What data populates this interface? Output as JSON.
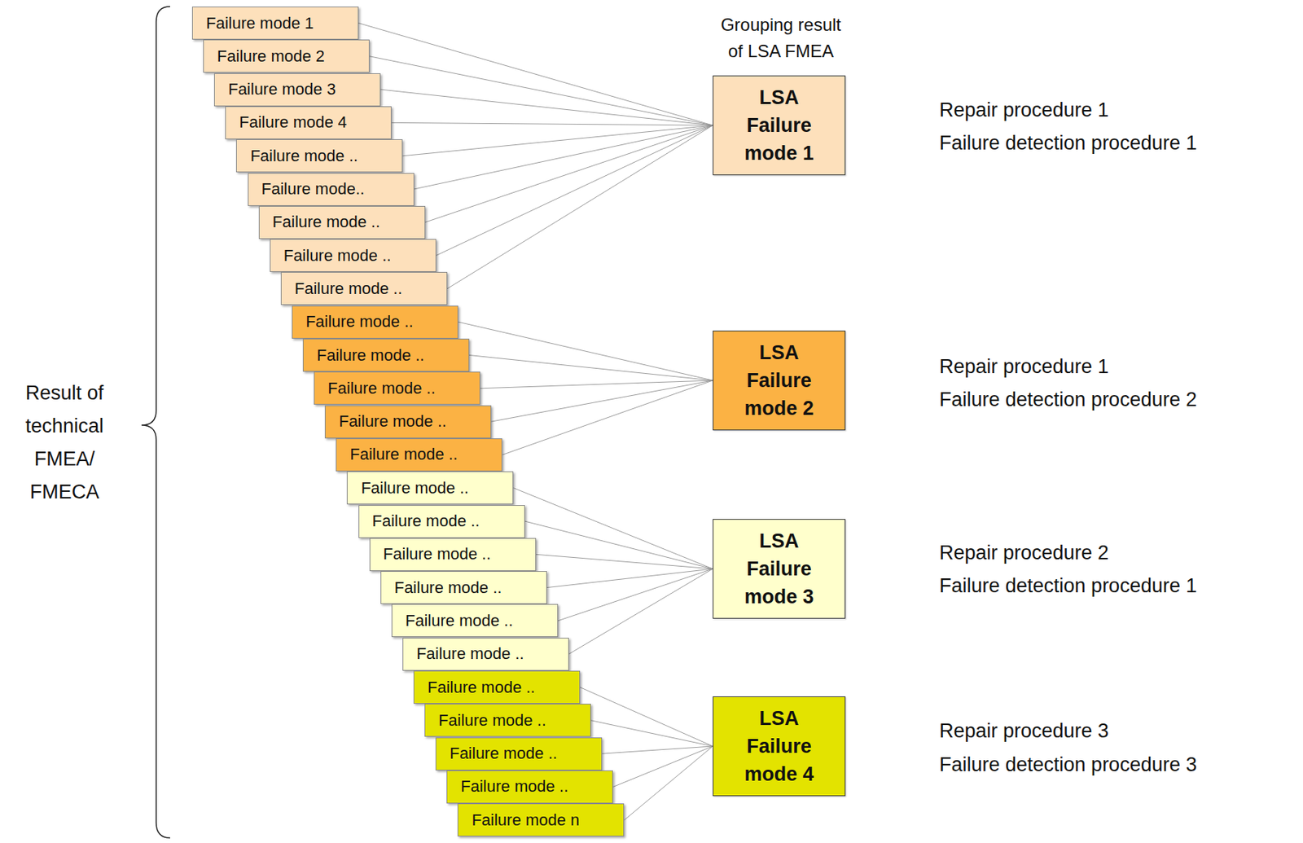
{
  "diagram": {
    "nodes": [
      {
        "text": [
          "Failure mode 1"
        ]
      },
      {
        "text": [
          "Failure mode 2"
        ]
      },
      {
        "text": [
          "Failure mode 3"
        ]
      },
      {
        "text": [
          "Failure mode 4"
        ]
      },
      {
        "text": [
          "Failure mode .."
        ]
      },
      {
        "text": [
          "Failure mode.."
        ]
      },
      {
        "text": [
          "Failure mode .."
        ]
      },
      {
        "text": [
          "Failure mode .."
        ]
      },
      {
        "text": [
          "Failure mode .."
        ]
      },
      {
        "text": [
          "Failure mode .."
        ]
      },
      {
        "text": [
          "Failure mode .."
        ]
      },
      {
        "text": [
          "Failure mode .."
        ]
      },
      {
        "text": [
          "Failure mode .."
        ]
      },
      {
        "text": [
          "Failure mode .."
        ]
      },
      {
        "text": [
          "Failure mode .."
        ]
      },
      {
        "text": [
          "Failure mode .."
        ]
      },
      {
        "text": [
          "Failure mode .."
        ]
      },
      {
        "text": [
          "Failure mode .."
        ]
      },
      {
        "text": [
          "Failure mode .."
        ]
      },
      {
        "text": [
          "Failure mode .."
        ]
      },
      {
        "text": [
          "Failure mode .."
        ]
      },
      {
        "text": [
          "Failure mode .."
        ]
      },
      {
        "text": [
          "Failure mode .."
        ]
      },
      {
        "text": [
          "Failure mode .."
        ]
      },
      {
        "text": [
          "Failure mode n"
        ]
      },
      {
        "text": [
          "LSA Failure mode 1"
        ]
      },
      {
        "text": [
          "LSA Failure mode 2"
        ]
      },
      {
        "text": [
          "LSA Failure mode 3"
        ]
      },
      {
        "text": [
          "LSA Failure mode 4"
        ]
      }
    ],
    "edges": [
      {
        "from": 0,
        "to": 25,
        "arrow": "none"
      },
      {
        "from": 1,
        "to": 25,
        "arrow": "none"
      },
      {
        "from": 2,
        "to": 25,
        "arrow": "none"
      },
      {
        "from": 3,
        "to": 25,
        "arrow": "none"
      },
      {
        "from": 4,
        "to": 25,
        "arrow": "none"
      },
      {
        "from": 5,
        "to": 25,
        "arrow": "none"
      },
      {
        "from": 6,
        "to": 25,
        "arrow": "none"
      },
      {
        "from": 7,
        "to": 25,
        "arrow": "none"
      },
      {
        "from": 8,
        "to": 25,
        "arrow": "none"
      },
      {
        "from": 9,
        "to": 26,
        "arrow": "none"
      },
      {
        "from": 10,
        "to": 26,
        "arrow": "none"
      },
      {
        "from": 11,
        "to": 26,
        "arrow": "none"
      },
      {
        "from": 12,
        "to": 26,
        "arrow": "none"
      },
      {
        "from": 13,
        "to": 26,
        "arrow": "none"
      },
      {
        "from": 14,
        "to": 27,
        "arrow": "none"
      },
      {
        "from": 15,
        "to": 27,
        "arrow": "none"
      },
      {
        "from": 16,
        "to": 27,
        "arrow": "none"
      },
      {
        "from": 17,
        "to": 27,
        "arrow": "none"
      },
      {
        "from": 18,
        "to": 27,
        "arrow": "none"
      },
      {
        "from": 19,
        "to": 27,
        "arrow": "none"
      },
      {
        "from": 20,
        "to": 28,
        "arrow": "none"
      },
      {
        "from": 21,
        "to": 28,
        "arrow": "none"
      },
      {
        "from": 22,
        "to": 28,
        "arrow": "none"
      },
      {
        "from": 23,
        "to": 28,
        "arrow": "none"
      },
      {
        "from": 24,
        "to": 28,
        "arrow": "none"
      }
    ],
    "labels": [
      "Result of technical FMEA/ FMECA",
      "Grouping result of LSA FMEA",
      "Repair procedure 1",
      "Failure detection procedure 1",
      "Repair procedure 1",
      "Failure detection procedure 2",
      "Repair procedure 2",
      "Failure detection procedure 1",
      "Repair procedure 3",
      "Failure detection procedure 3"
    ]
  }
}
